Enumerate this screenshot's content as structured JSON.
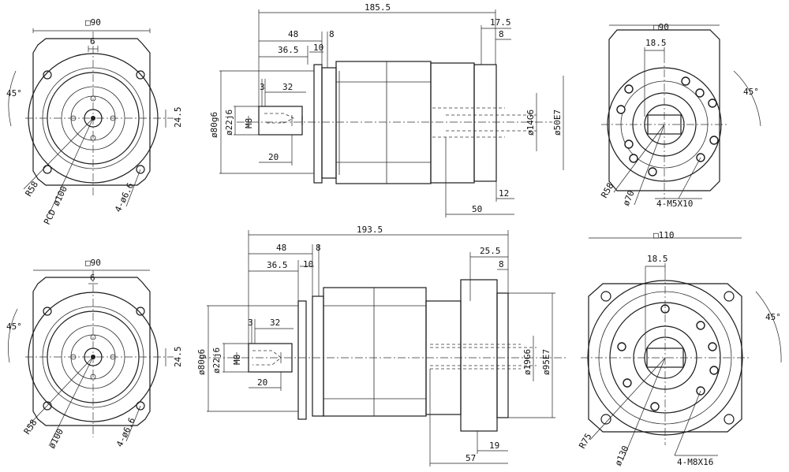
{
  "drawing": {
    "top_row": {
      "front_view": {
        "square": "□90",
        "key_width": "6",
        "angle": "45°",
        "key_height": "24.5",
        "radius": "R58",
        "pcd": "PCD ø100",
        "holes": "4-ø6.6"
      },
      "side_view": {
        "total_length": "185.5",
        "len_48": "48",
        "len_8": "8",
        "len_36_5": "36.5",
        "len_10": "10",
        "len_3": "3",
        "len_32": "32",
        "len_20": "20",
        "dia_80": "ø80g6",
        "dia_22": "ø22j6",
        "thread": "M8",
        "len_17_5": "17.5",
        "len_8_right": "8",
        "dia_14": "ø14G6",
        "dia_50": "ø50E7",
        "len_12": "12",
        "len_50": "50"
      },
      "rear_view": {
        "square": "□90",
        "len_18_5": "18.5",
        "angle": "45°",
        "radius": "R58",
        "dia_70": "ø70",
        "holes": "4-M5X10"
      }
    },
    "bottom_row": {
      "front_view": {
        "square": "□90",
        "key_width": "6",
        "angle": "45°",
        "key_height": "24.5",
        "radius": "R58",
        "pcd": "ø100",
        "holes": "4-ø6.6"
      },
      "side_view": {
        "total_length": "193.5",
        "len_48": "48",
        "len_8": "8",
        "len_36_5": "36.5",
        "len_10": "10",
        "len_3": "3",
        "len_32": "32",
        "len_20": "20",
        "dia_80": "ø80g6",
        "dia_22": "ø22j6",
        "thread": "M8",
        "len_25_5": "25.5",
        "len_8_right": "8",
        "dia_19": "ø19G6",
        "dia_95": "ø95E7",
        "len_19": "19",
        "len_57": "57"
      },
      "rear_view": {
        "square": "□110",
        "len_18_5": "18.5",
        "angle": "45°",
        "radius": "R75",
        "dia_130": "ø130",
        "holes": "4-M8X16"
      }
    }
  }
}
